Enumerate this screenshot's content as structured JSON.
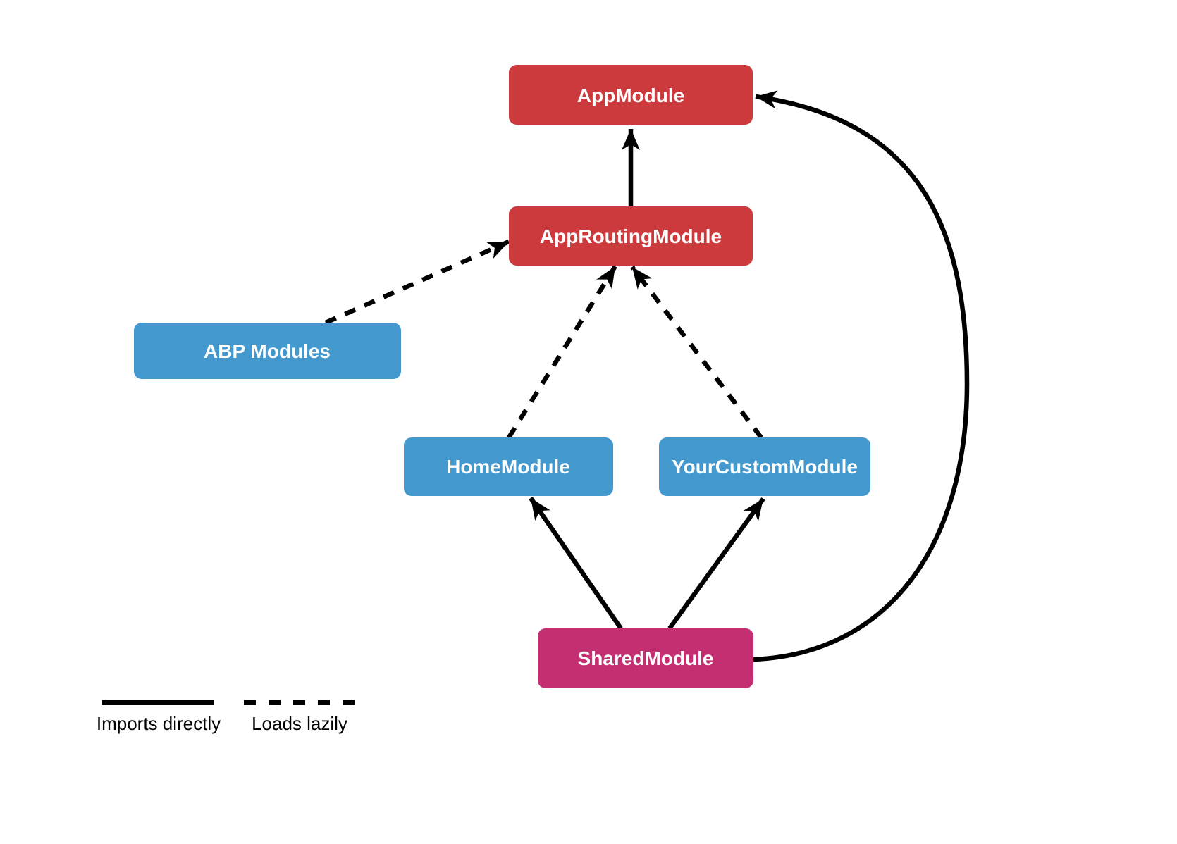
{
  "nodes": {
    "app_module": {
      "label": "AppModule",
      "color": "#cd3a3e"
    },
    "app_routing_module": {
      "label": "AppRoutingModule",
      "color": "#cd3a3e"
    },
    "abp_modules": {
      "label": "ABP Modules",
      "color": "#4398ce"
    },
    "home_module": {
      "label": "HomeModule",
      "color": "#4398ce"
    },
    "your_custom_module": {
      "label": "YourCustomModule",
      "color": "#4398ce"
    },
    "shared_module": {
      "label": "SharedModule",
      "color": "#c42f72"
    }
  },
  "edges": [
    {
      "from": "AppRoutingModule",
      "to": "AppModule",
      "style": "solid",
      "relation": "Imports directly"
    },
    {
      "from": "ABP Modules",
      "to": "AppRoutingModule",
      "style": "dashed",
      "relation": "Loads lazily"
    },
    {
      "from": "HomeModule",
      "to": "AppRoutingModule",
      "style": "dashed",
      "relation": "Loads lazily"
    },
    {
      "from": "YourCustomModule",
      "to": "AppRoutingModule",
      "style": "dashed",
      "relation": "Loads lazily"
    },
    {
      "from": "SharedModule",
      "to": "HomeModule",
      "style": "solid",
      "relation": "Imports directly"
    },
    {
      "from": "SharedModule",
      "to": "YourCustomModule",
      "style": "solid",
      "relation": "Imports directly"
    },
    {
      "from": "SharedModule",
      "to": "AppModule",
      "style": "solid",
      "relation": "Imports directly"
    }
  ],
  "legend": {
    "solid_label": "Imports directly",
    "dashed_label": "Loads lazily"
  },
  "colors": {
    "background": "#ffffff",
    "node_text": "#ffffff",
    "arrow": "#000000",
    "legend_text": "#000000"
  }
}
